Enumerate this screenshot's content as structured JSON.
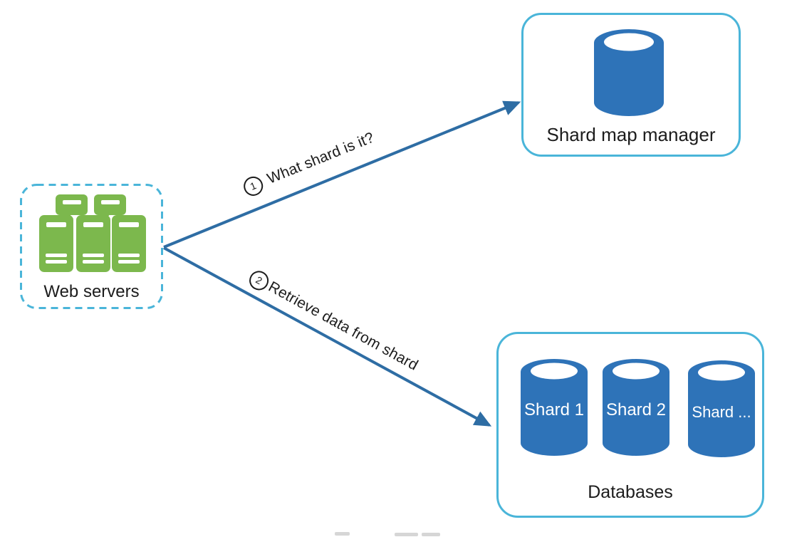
{
  "diagram": {
    "web_servers": {
      "label": "Web servers",
      "icon": "server-cluster-icon"
    },
    "shard_map_manager": {
      "label": "Shard map manager",
      "icon": "database-cylinder-icon"
    },
    "databases": {
      "label": "Databases",
      "icon": "database-cylinder-icon",
      "shards": [
        {
          "label": "Shard 1"
        },
        {
          "label": "Shard 2"
        },
        {
          "label": "Shard ..."
        }
      ]
    },
    "arrows": [
      {
        "number": "1",
        "label": "What shard is it?"
      },
      {
        "number": "2",
        "label": "Retrieve data from shard"
      }
    ],
    "colors": {
      "box_border_cyan": "#4ab5d9",
      "server_green": "#7cb84d",
      "database_blue": "#2e73b8",
      "arrow_blue": "#2e6da4",
      "label_black": "#1c1c1c"
    }
  }
}
